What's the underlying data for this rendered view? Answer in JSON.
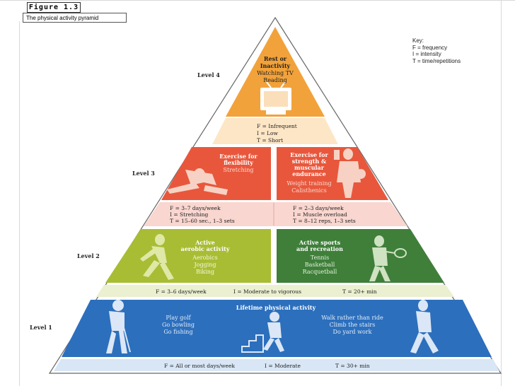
{
  "figure": {
    "label": "Figure 1.3",
    "caption": "The physical activity pyramid"
  },
  "key": {
    "title": "Key:",
    "f": "F = frequency",
    "i": "I = intensity",
    "t": "T = time/repetitions"
  },
  "levels": {
    "level4": "Level 4",
    "level3": "Level 3",
    "level2": "Level 2",
    "level1": "Level 1"
  },
  "top": {
    "title1": "Rest or",
    "title2": "Inactivity",
    "item1": "Watching TV",
    "item2": "Reading",
    "f": "F = Infrequent",
    "i": "I = Low",
    "t": "T = Short"
  },
  "flex": {
    "title1": "Exercise for",
    "title2": "flexibility",
    "item1": "Stretching",
    "f": "F = 3–7 days/week",
    "i": "I = Stretching",
    "t": "T = 15–60 sec., 1–3 sets"
  },
  "strength": {
    "title1": "Exercise for",
    "title2": "strength &",
    "title3": "muscular",
    "title4": "endurance",
    "item1": "Weight training",
    "item2": "Calisthenics",
    "f": "F = 2–3 days/week",
    "i": "I = Muscle overload",
    "t": "T = 8–12 reps, 1–3 sets"
  },
  "aerobic": {
    "title1": "Active",
    "title2": "aerobic activity",
    "item1": "Aerobics",
    "item2": "Jogging",
    "item3": "Biking"
  },
  "sports": {
    "title1": "Active sports",
    "title2": "and recreation",
    "item1": "Tennis",
    "item2": "Basketball",
    "item3": "Racquetball"
  },
  "level2_fit": {
    "f": "F = 3–6 days/week",
    "i": "I = Moderate to vigorous",
    "t": "T = 20+ min"
  },
  "lifetime": {
    "title": "Lifetime physical activity",
    "left1": "Play golf",
    "left2": "Go bowling",
    "left3": "Go fishing",
    "right1": "Walk rather than ride",
    "right2": "Climb the stairs",
    "right3": "Do yard work",
    "f": "F = All or most days/week",
    "i": "I = Moderate",
    "t": "T = 30+ min"
  },
  "colors": {
    "orange": "#f2a23a",
    "orange_band": "#fde6c6",
    "coral": "#e8573c",
    "pink_band": "#f9d6cf",
    "lime": "#a8bd34",
    "green": "#3f7f3a",
    "green_band": "#eaf0d0",
    "blue": "#2c6fbd",
    "blue_band": "#d8e6f5"
  }
}
